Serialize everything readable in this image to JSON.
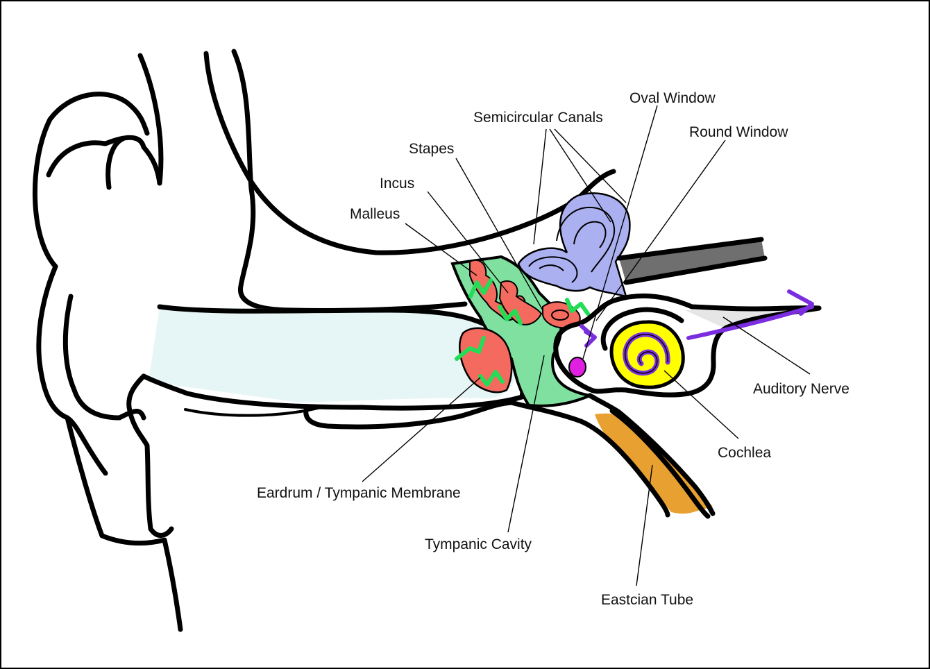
{
  "labels": {
    "semicircular_canals": "Semicircular Canals",
    "oval_window": "Oval Window",
    "round_window": "Round Window",
    "stapes": "Stapes",
    "incus": "Incus",
    "malleus": "Malleus",
    "auditory_nerve": "Auditory Nerve",
    "cochlea": "Cochlea",
    "eardrum": "Eardrum / Tympanic Membrane",
    "tympanic_cavity": "Tympanic Cavity",
    "eustachian_tube": "Eastcian Tube"
  },
  "colors": {
    "ear_canal": "#e6f5f5",
    "tympanic_cavity": "#7fe0a0",
    "ossicles": "#f46a5e",
    "vestibular": "#aab0f0",
    "cochlea_fill": "#ffff00",
    "cochlea_spiral": "#7a2ee0",
    "nerve_arrow": "#7a2ee0",
    "eustachian_tube": "#e8a030",
    "vibration": "#22dd55",
    "nerve_bundle": "#6f6f6f",
    "round_window": "#e020e0"
  }
}
